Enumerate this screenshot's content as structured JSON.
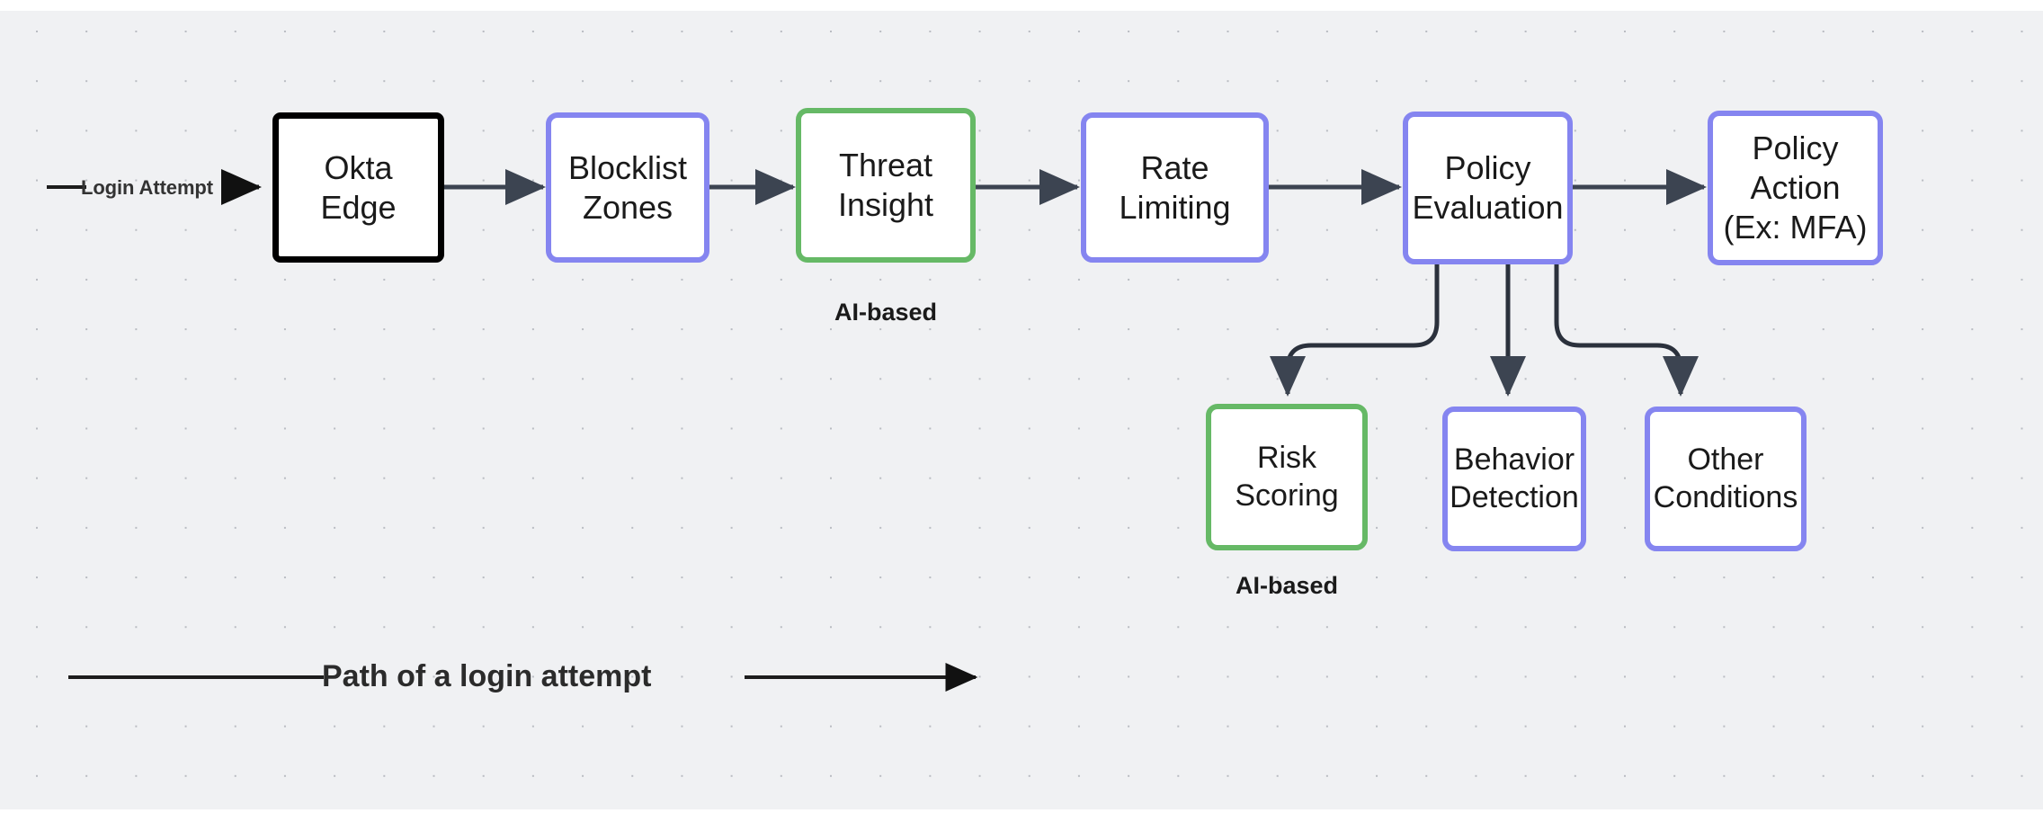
{
  "diagram": {
    "title": "Okta login attempt evaluation flow",
    "background_color": "#f0f1f3",
    "colors": {
      "root_border": "#000000",
      "blue_border": "#8585f0",
      "green_border": "#66b966",
      "arrow": "#3c4451",
      "text": "#1a1a1a"
    },
    "nodes": [
      {
        "id": "okta-edge",
        "label": "Okta\nEdge",
        "style": "root",
        "row": "top"
      },
      {
        "id": "blocklist-zones",
        "label": "Blocklist\nZones",
        "style": "blue",
        "row": "top"
      },
      {
        "id": "threat-insight",
        "label": "Threat\nInsight",
        "style": "green",
        "row": "top"
      },
      {
        "id": "rate-limiting",
        "label": "Rate\nLimiting",
        "style": "blue",
        "row": "top"
      },
      {
        "id": "policy-evaluation",
        "label": "Policy\nEvaluation",
        "style": "blue",
        "row": "top"
      },
      {
        "id": "policy-action",
        "label": "Policy\nAction\n(Ex: MFA)",
        "style": "blue",
        "row": "top"
      },
      {
        "id": "risk-scoring",
        "label": "Risk\nScoring",
        "style": "green",
        "row": "bottom"
      },
      {
        "id": "behavior-detection",
        "label": "Behavior\nDetection",
        "style": "blue",
        "row": "bottom"
      },
      {
        "id": "other-conditions",
        "label": "Other\nConditions",
        "style": "blue",
        "row": "bottom"
      }
    ],
    "edge_labels": [
      {
        "id": "login-attempt",
        "text": "Login Attempt"
      }
    ],
    "annotations": [
      {
        "id": "ai-based-threat-insight",
        "text": "AI-based"
      },
      {
        "id": "ai-based-risk-scoring",
        "text": "AI-based"
      }
    ],
    "legend": {
      "label": "Path of a login attempt"
    }
  }
}
